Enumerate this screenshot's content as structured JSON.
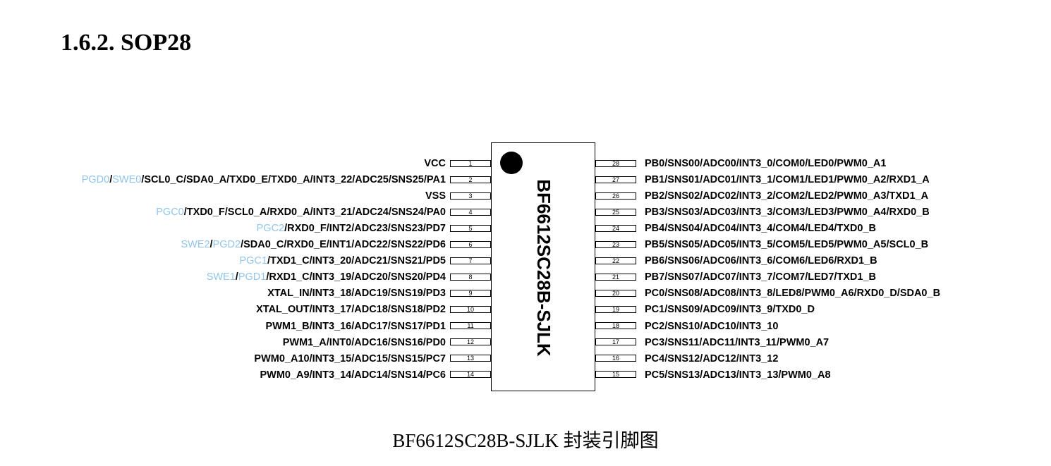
{
  "heading": "1.6.2. SOP28",
  "caption": "BF6612SC28B-SJLK 封装引脚图",
  "chip": {
    "name": "BF6612SC28B-SJLK"
  },
  "colors": {
    "debug_function": "#92c5eb",
    "text": "#000000"
  },
  "left_pins": [
    {
      "num": "1",
      "label": [
        {
          "t": "VCC",
          "c": "k"
        }
      ]
    },
    {
      "num": "2",
      "label": [
        {
          "t": "PGD0",
          "c": "b"
        },
        {
          "t": "/",
          "c": "k"
        },
        {
          "t": "SWE0",
          "c": "b"
        },
        {
          "t": "/SCL0_C/SDA0_A/TXD0_E/TXD0_A/INT3_22/ADC25/SNS25/PA1",
          "c": "k"
        }
      ]
    },
    {
      "num": "3",
      "label": [
        {
          "t": "VSS",
          "c": "k"
        }
      ]
    },
    {
      "num": "4",
      "label": [
        {
          "t": "PGC0",
          "c": "b"
        },
        {
          "t": "/TXD0_F/SCL0_A/RXD0_A/INT3_21/ADC24/SNS24/PA0",
          "c": "k"
        }
      ]
    },
    {
      "num": "5",
      "label": [
        {
          "t": "PGC2",
          "c": "b"
        },
        {
          "t": "/RXD0_F/INT2/ADC23/SNS23/PD7",
          "c": "k"
        }
      ]
    },
    {
      "num": "6",
      "label": [
        {
          "t": "SWE2",
          "c": "b"
        },
        {
          "t": "/",
          "c": "k"
        },
        {
          "t": "PGD2",
          "c": "b"
        },
        {
          "t": "/SDA0_C/RXD0_E/INT1/ADC22/SNS22/PD6",
          "c": "k"
        }
      ]
    },
    {
      "num": "7",
      "label": [
        {
          "t": "PGC1",
          "c": "b"
        },
        {
          "t": "/TXD1_C/INT3_20/ADC21/SNS21/PD5",
          "c": "k"
        }
      ]
    },
    {
      "num": "8",
      "label": [
        {
          "t": "SWE1",
          "c": "b"
        },
        {
          "t": "/",
          "c": "k"
        },
        {
          "t": "PGD1",
          "c": "b"
        },
        {
          "t": "/RXD1_C/INT3_19/ADC20/SNS20/PD4",
          "c": "k"
        }
      ]
    },
    {
      "num": "9",
      "label": [
        {
          "t": "XTAL_IN/INT3_18/ADC19/SNS19/PD3",
          "c": "k"
        }
      ]
    },
    {
      "num": "10",
      "label": [
        {
          "t": "XTAL_OUT/INT3_17/ADC18/SNS18/PD2",
          "c": "k"
        }
      ]
    },
    {
      "num": "11",
      "label": [
        {
          "t": "PWM1_B/INT3_16/ADC17/SNS17/PD1",
          "c": "k"
        }
      ]
    },
    {
      "num": "12",
      "label": [
        {
          "t": "PWM1_A/INT0/ADC16/SNS16/PD0",
          "c": "k"
        }
      ]
    },
    {
      "num": "13",
      "label": [
        {
          "t": "PWM0_A10/INT3_15/ADC15/SNS15/PC7",
          "c": "k"
        }
      ]
    },
    {
      "num": "14",
      "label": [
        {
          "t": "PWM0_A9/INT3_14/ADC14/SNS14/PC6",
          "c": "k"
        }
      ]
    }
  ],
  "right_pins": [
    {
      "num": "28",
      "label": "PB0/SNS00/ADC00/INT3_0/COM0/LED0/PWM0_A1"
    },
    {
      "num": "27",
      "label": "PB1/SNS01/ADC01/INT3_1/COM1/LED1/PWM0_A2/RXD1_A"
    },
    {
      "num": "26",
      "label": "PB2/SNS02/ADC02/INT3_2/COM2/LED2/PWM0_A3/TXD1_A"
    },
    {
      "num": "25",
      "label": "PB3/SNS03/ADC03/INT3_3/COM3/LED3/PWM0_A4/RXD0_B"
    },
    {
      "num": "24",
      "label": "PB4/SNS04/ADC04/INT3_4/COM4/LED4/TXD0_B"
    },
    {
      "num": "23",
      "label": "PB5/SNS05/ADC05/INT3_5/COM5/LED5/PWM0_A5/SCL0_B"
    },
    {
      "num": "22",
      "label": "PB6/SNS06/ADC06/INT3_6/COM6/LED6/RXD1_B"
    },
    {
      "num": "21",
      "label": "PB7/SNS07/ADC07/INT3_7/COM7/LED7/TXD1_B"
    },
    {
      "num": "20",
      "label": "PC0/SNS08/ADC08/INT3_8/LED8/PWM0_A6/RXD0_D/SDA0_B"
    },
    {
      "num": "19",
      "label": "PC1/SNS09/ADC09/INT3_9/TXD0_D"
    },
    {
      "num": "18",
      "label": "PC2/SNS10/ADC10/INT3_10"
    },
    {
      "num": "17",
      "label": "PC3/SNS11/ADC11/INT3_11/PWM0_A7"
    },
    {
      "num": "16",
      "label": "PC4/SNS12/ADC12/INT3_12"
    },
    {
      "num": "15",
      "label": "PC5/SNS13/ADC13/INT3_13/PWM0_A8"
    }
  ]
}
